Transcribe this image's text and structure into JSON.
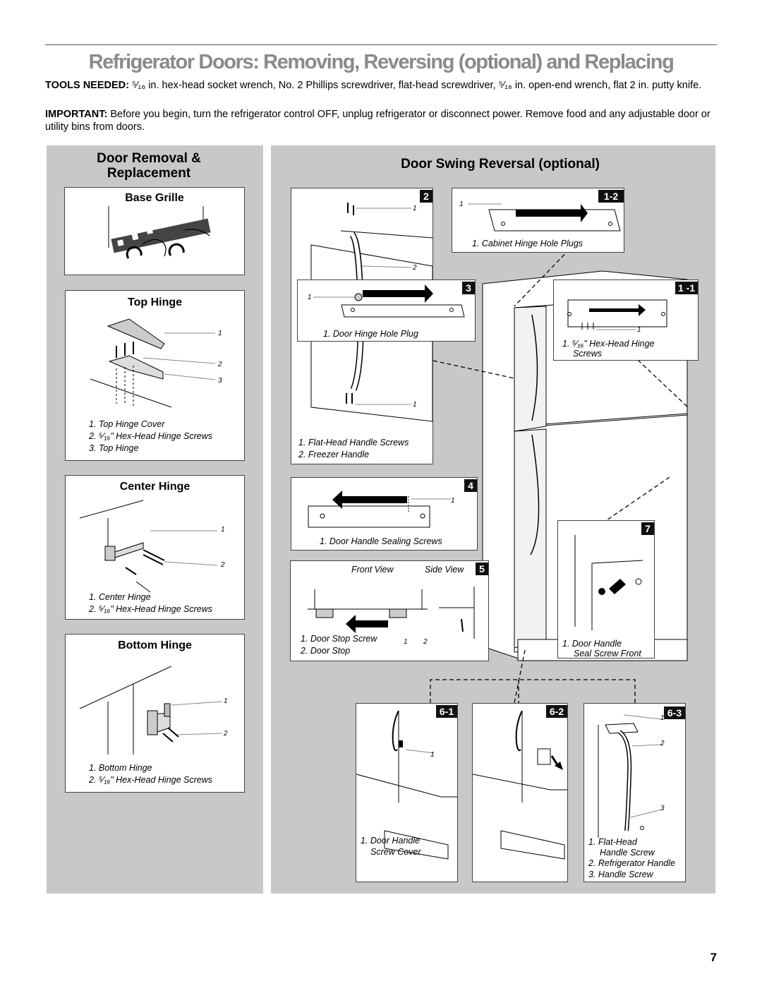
{
  "title": "Refrigerator Doors: Removing, Reversing (optional) and Replacing",
  "tools": {
    "label": "TOOLS NEEDED:",
    "text": "⁵⁄₁₆ in. hex-head socket wrench, No. 2 Phillips screwdriver, flat-head screwdriver, ⁵⁄₁₆ in. open-end wrench, flat 2 in. putty knife."
  },
  "important": {
    "label": "IMPORTANT:",
    "text": "Before you begin, turn the refrigerator control OFF, unplug refrigerator or disconnect power. Remove food and any adjustable door or utility bins from doors."
  },
  "left_panel": {
    "title_line1": "Door Removal &",
    "title_line2": "Replacement",
    "base_grille": {
      "title": "Base Grille"
    },
    "top_hinge": {
      "title": "Top Hinge",
      "captions": [
        "1. Top Hinge Cover",
        "2. ⁵⁄₁₆\" Hex-Head Hinge Screws",
        "3. Top Hinge"
      ],
      "callouts": [
        "1",
        "2",
        "3"
      ]
    },
    "center_hinge": {
      "title": "Center Hinge",
      "captions": [
        "1. Center Hinge",
        "2. ⁵⁄₁₆\" Hex-Head Hinge Screws"
      ],
      "callouts": [
        "1",
        "2"
      ]
    },
    "bottom_hinge": {
      "title": "Bottom Hinge",
      "captions": [
        "1. Bottom Hinge",
        "2. ⁵⁄₁₆\" Hex-Head Hinge Screws"
      ],
      "callouts": [
        "1",
        "2"
      ]
    }
  },
  "right_panel": {
    "title": "Door Swing Reversal (optional)",
    "step_2": {
      "badge": "2",
      "captions": [
        "1. Flat-Head Handle Screws",
        "2. Freezer Handle"
      ],
      "callouts": [
        "1",
        "2",
        "1"
      ]
    },
    "step_1_2": {
      "badge": "1-2",
      "captions": [
        "1. Cabinet Hinge Hole Plugs"
      ],
      "callouts": [
        "1"
      ]
    },
    "step_3": {
      "badge": "3",
      "captions": [
        "1. Door Hinge Hole Plug"
      ],
      "callouts": [
        "1"
      ]
    },
    "step_1_1": {
      "badge": "1 -1",
      "captions": [
        "1. ⁵⁄₁₆\" Hex-Head Hinge",
        "Screws"
      ],
      "callouts": [
        "1"
      ]
    },
    "step_4": {
      "badge": "4",
      "captions": [
        "1. Door Handle Sealing Screws"
      ],
      "callouts": [
        "1"
      ]
    },
    "step_5": {
      "badge": "5",
      "front_view": "Front View",
      "side_view": "Side View",
      "captions": [
        "1. Door Stop Screw",
        "2. Door Stop"
      ],
      "callouts": [
        "1",
        "2"
      ]
    },
    "step_7": {
      "badge": "7",
      "captions": [
        "1. Door Handle",
        "Seal Screw Front"
      ]
    },
    "step_6_1": {
      "badge": "6-1",
      "captions": [
        "1. Door Handle",
        "Screw Cover"
      ],
      "callouts": [
        "1"
      ]
    },
    "step_6_2": {
      "badge": "6-2"
    },
    "step_6_3": {
      "badge": "6-3",
      "captions": [
        "1. Flat-Head",
        "Handle Screw",
        "2. Refrigerator Handle",
        "3. Handle Screw"
      ],
      "callouts": [
        "1",
        "2",
        "3"
      ]
    }
  },
  "page_number": "7"
}
